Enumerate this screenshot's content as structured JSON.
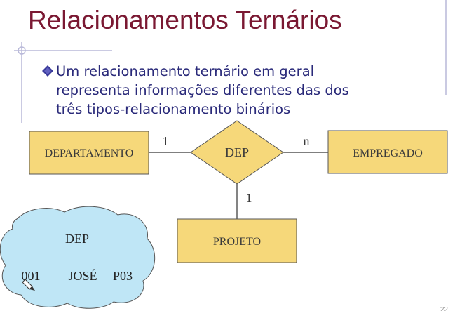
{
  "slide": {
    "title": "Relacionamentos Ternários",
    "bullet_lines": [
      "Um relacionamento ternário em geral",
      "representa informações diferentes das dos",
      "três tipos-relacionamento binários"
    ],
    "page_number": "22"
  },
  "diagram": {
    "entities": {
      "departamento": "DEPARTAMENTO",
      "empregado": "EMPREGADO",
      "projeto": "PROJETO"
    },
    "relationship": "DEP",
    "cardinalities": {
      "departamento": "1",
      "empregado": "n",
      "projeto": "1"
    }
  },
  "instance_cloud": {
    "label": "DEP",
    "values": [
      "001",
      "JOSÉ",
      "P03"
    ]
  },
  "colors": {
    "title": "#7a1832",
    "bullet_text": "#2a2a7a",
    "entity_fill": "#f6d87a",
    "cloud_fill": "#bfe6f6",
    "accent_line": "#b9b9d9"
  }
}
